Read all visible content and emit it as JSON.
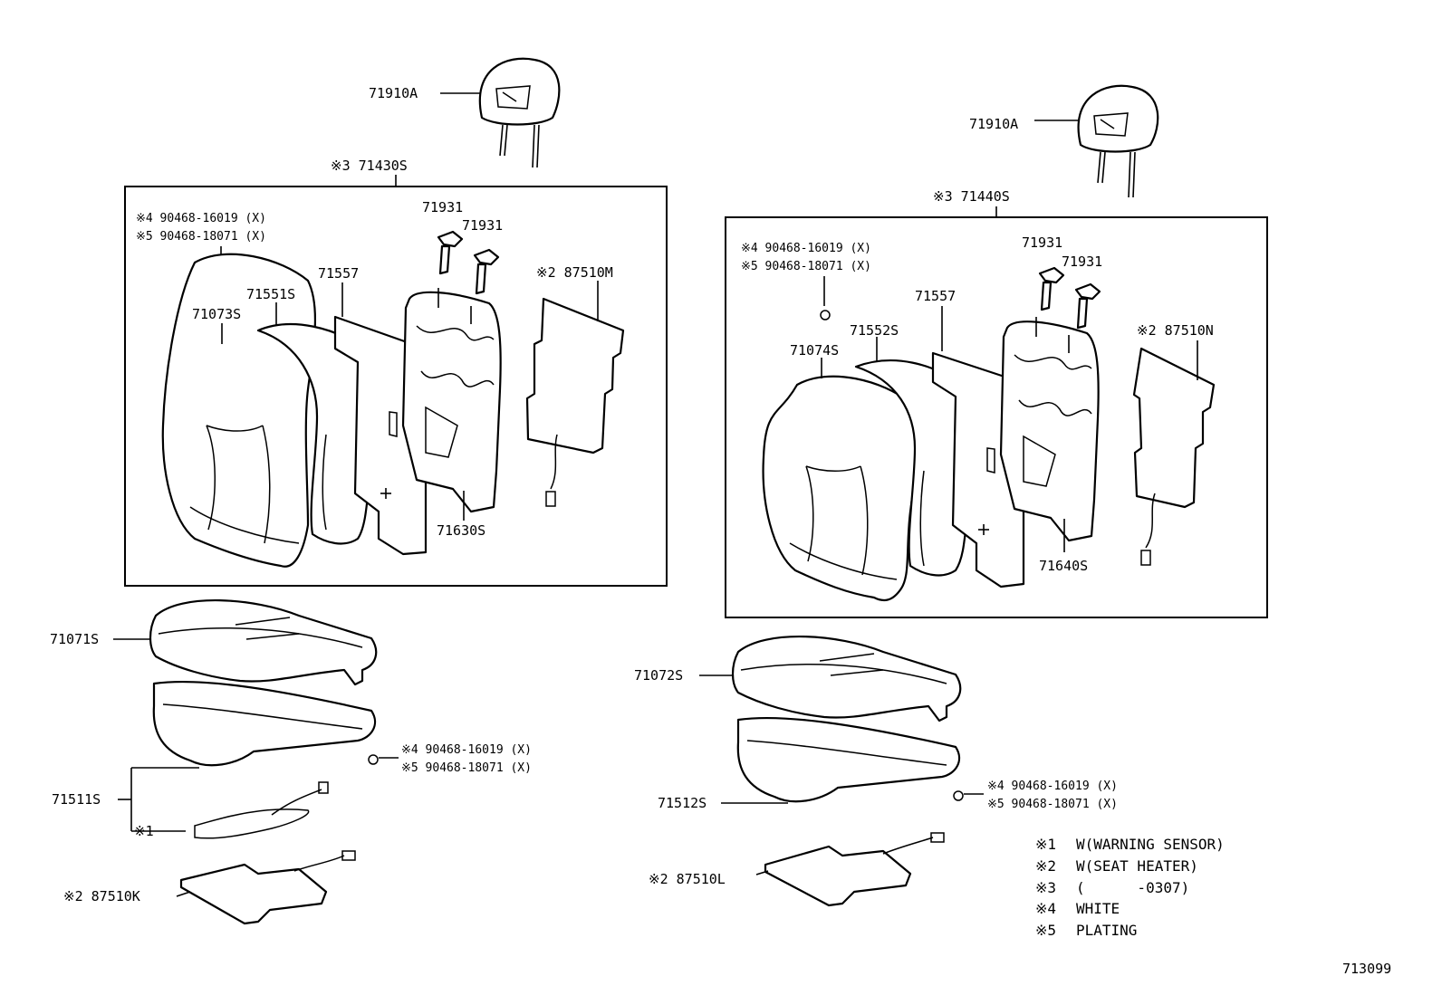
{
  "left": {
    "headrest": "71910A",
    "assembly": "※3 71430S",
    "clip_white": "※4 90468-16019 (X)",
    "clip_plating": "※5 90468-18071 (X)",
    "cover_back": "71073S",
    "pad_back": "71551S",
    "board": "71557",
    "support_a": "71931",
    "support_b": "71931",
    "heater_back": "※2 87510M",
    "frame": "71630S",
    "cover_cushion": "71071S",
    "cushion_clip_white": "※4 90468-16019 (X)",
    "cushion_clip_plating": "※5 90468-18071 (X)",
    "pad_cushion": "71511S",
    "sensor": "※1",
    "heater_cushion": "※2 87510K"
  },
  "right": {
    "headrest": "71910A",
    "assembly": "※3 71440S",
    "clip_white": "※4 90468-16019 (X)",
    "clip_plating": "※5 90468-18071 (X)",
    "cover_back": "71074S",
    "pad_back": "71552S",
    "board": "71557",
    "support_a": "71931",
    "support_b": "71931",
    "heater_back": "※2 87510N",
    "frame": "71640S",
    "cover_cushion": "71072S",
    "cushion_clip_white": "※4 90468-16019 (X)",
    "cushion_clip_plating": "※5 90468-18071 (X)",
    "pad_cushion": "71512S",
    "heater_cushion": "※2 87510L"
  },
  "legend": [
    {
      "mark": "※1",
      "text": "W(WARNING  SENSOR)"
    },
    {
      "mark": "※2",
      "text": "W(SEAT  HEATER)"
    },
    {
      "mark": "※3",
      "text": "(      -0307)"
    },
    {
      "mark": "※4",
      "text": "WHITE"
    },
    {
      "mark": "※5",
      "text": "PLATING"
    }
  ],
  "figure_code": "713099"
}
